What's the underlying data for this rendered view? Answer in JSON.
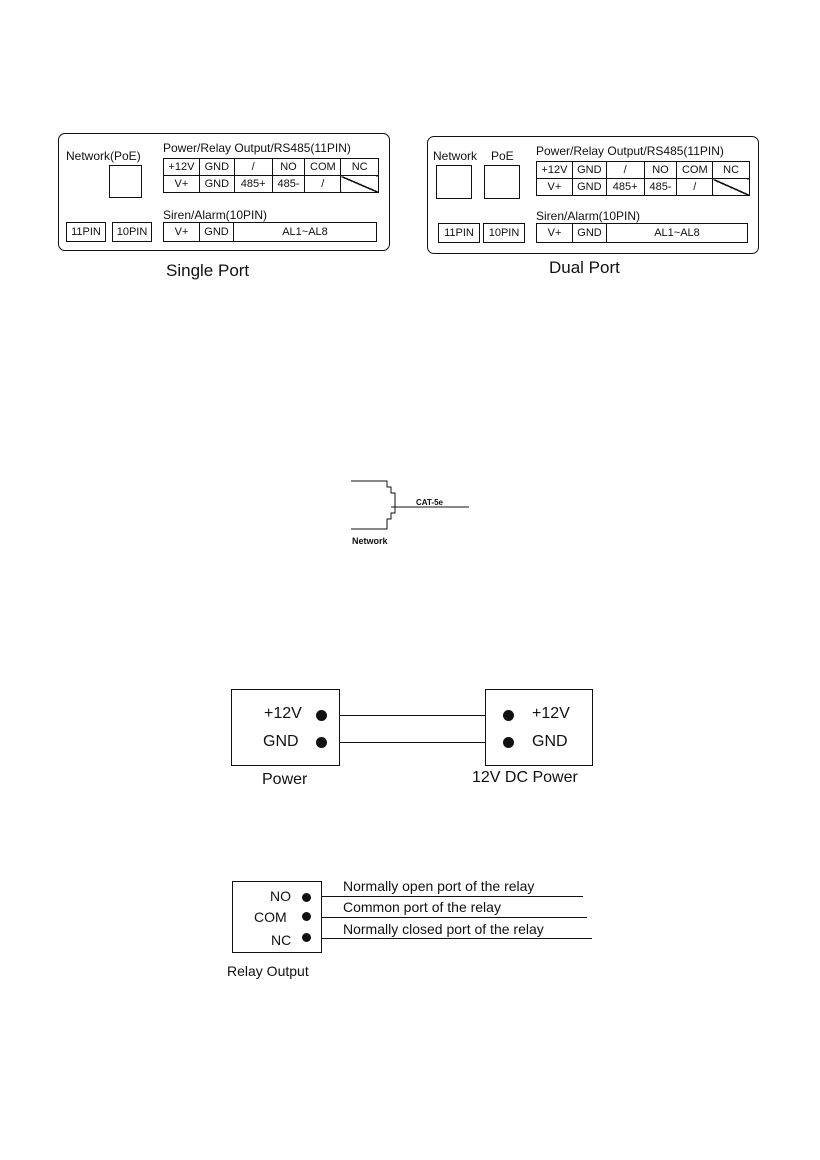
{
  "single_port": {
    "network_label": "Network(PoE)",
    "power_header": "Power/Relay Output/RS485(11PIN)",
    "row1": [
      "+12V",
      "GND",
      "/",
      "NO",
      "COM",
      "NC"
    ],
    "row2": [
      "V+",
      "GND",
      "485+",
      "485-",
      "/",
      ""
    ],
    "siren_header": "Siren/Alarm(10PIN)",
    "siren_row": [
      "V+",
      "GND",
      "AL1~AL8"
    ],
    "pin11": "11PIN",
    "pin10": "10PIN",
    "caption": "Single Port"
  },
  "dual_port": {
    "network_label": "Network",
    "poe_label": "PoE",
    "power_header": "Power/Relay Output/RS485(11PIN)",
    "row1": [
      "+12V",
      "GND",
      "/",
      "NO",
      "COM",
      "NC"
    ],
    "row2": [
      "V+",
      "GND",
      "485+",
      "485-",
      "/",
      ""
    ],
    "siren_header": "Siren/Alarm(10PIN)",
    "siren_row": [
      "V+",
      "GND",
      "AL1~AL8"
    ],
    "pin11": "11PIN",
    "pin10": "10PIN",
    "caption": "Dual Port"
  },
  "network_diagram": {
    "cable_label": "CAT-5e",
    "port_label": "Network"
  },
  "power_diagram": {
    "left_v": "+12V",
    "left_gnd": "GND",
    "left_caption": "Power",
    "right_v": "+12V",
    "right_gnd": "GND",
    "right_caption": "12V DC Power"
  },
  "relay_diagram": {
    "no": "NO",
    "com": "COM",
    "nc": "NC",
    "no_desc": "Normally open port of the relay",
    "com_desc": "Common port of the relay",
    "nc_desc": "Normally closed port of the relay",
    "caption": "Relay Output"
  }
}
